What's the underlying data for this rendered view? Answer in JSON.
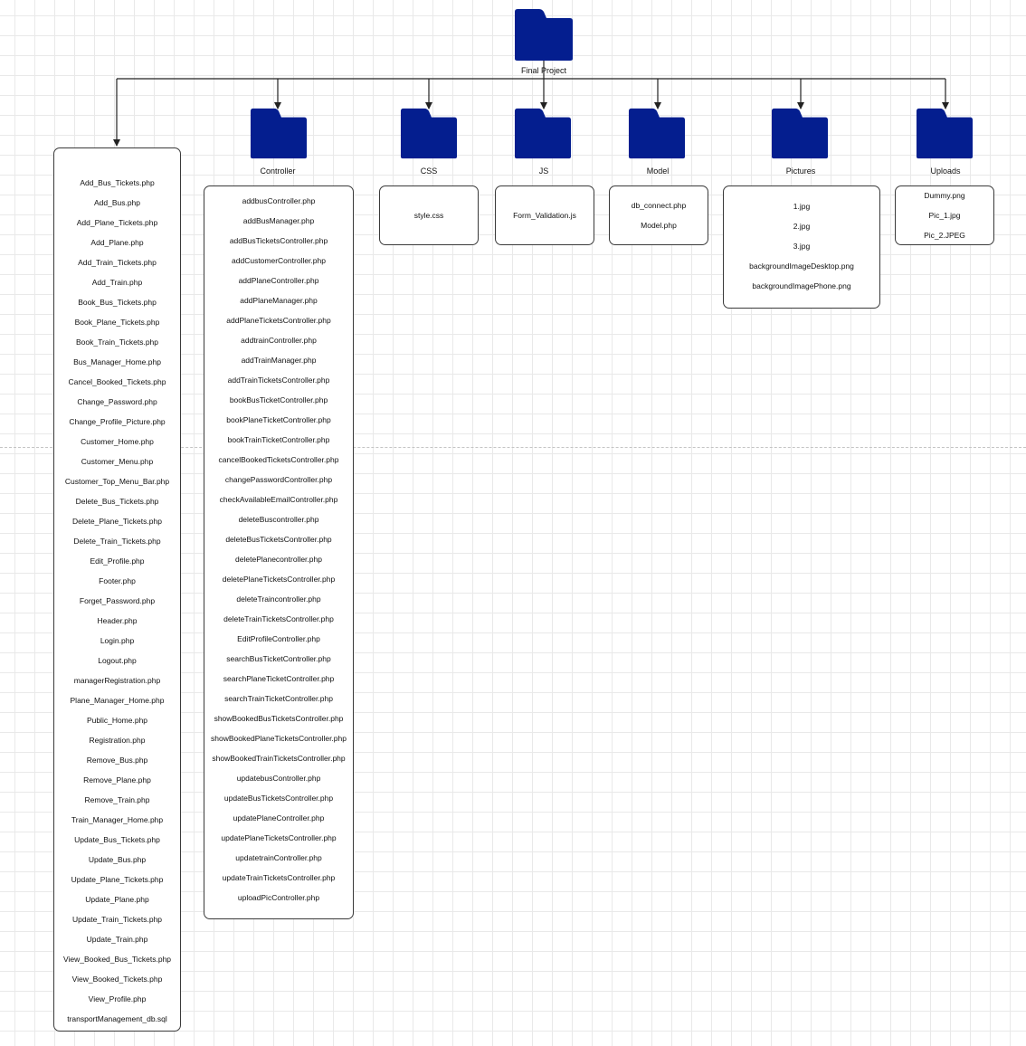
{
  "root": {
    "label": "Final Project",
    "icon": "folder-icon",
    "color": "#041e8f"
  },
  "folders": [
    {
      "id": "views",
      "label": "",
      "files": [
        "Add_Bus_Tickets.php",
        "Add_Bus.php",
        "Add_Plane_Tickets.php",
        "Add_Plane.php",
        "Add_Train_Tickets.php",
        "Add_Train.php",
        "Book_Bus_Tickets.php",
        "Book_Plane_Tickets.php",
        "Book_Train_Tickets.php",
        "Bus_Manager_Home.php",
        "Cancel_Booked_Tickets.php",
        "Change_Password.php",
        "Change_Profile_Picture.php",
        "Customer_Home.php",
        "Customer_Menu.php",
        "Customer_Top_Menu_Bar.php",
        "Delete_Bus_Tickets.php",
        "Delete_Plane_Tickets.php",
        "Delete_Train_Tickets.php",
        "Edit_Profile.php",
        "Footer.php",
        "Forget_Password.php",
        "Header.php",
        "Login.php",
        "Logout.php",
        "managerRegistration.php",
        "Plane_Manager_Home.php",
        "Public_Home.php",
        "Registration.php",
        "Remove_Bus.php",
        "Remove_Plane.php",
        "Remove_Train.php",
        "Train_Manager_Home.php",
        "Update_Bus_Tickets.php",
        "Update_Bus.php",
        "Update_Plane_Tickets.php",
        "Update_Plane.php",
        "Update_Train_Tickets.php",
        "Update_Train.php",
        "View_Booked_Bus_Tickets.php",
        "View_Booked_Tickets.php",
        "View_Profile.php",
        "transportManagement_db.sql"
      ]
    },
    {
      "id": "controller",
      "label": "Controller",
      "files": [
        "addbusController.php",
        "addBusManager.php",
        "addBusTicketsController.php",
        "addCustomerController.php",
        "addPlaneController.php",
        "addPlaneManager.php",
        "addPlaneTicketsController.php",
        "addtrainController.php",
        "addTrainManager.php",
        "addTrainTicketsController.php",
        "bookBusTicketController.php",
        "bookPlaneTicketController.php",
        "bookTrainTicketController.php",
        "cancelBookedTicketsController.php",
        "changePasswordController.php",
        "checkAvailableEmailController.php",
        "deleteBuscontroller.php",
        "deleteBusTicketsController.php",
        "deletePlanecontroller.php",
        "deletePlaneTicketsController.php",
        "deleteTraincontroller.php",
        "deleteTrainTicketsController.php",
        "EditProfileController.php",
        "searchBusTicketController.php",
        "searchPlaneTicketController.php",
        "searchTrainTicketController.php",
        "showBookedBusTicketsController.php",
        "showBookedPlaneTicketsController.php",
        "showBookedTrainTicketsController.php",
        "updatebusController.php",
        "updateBusTicketsController.php",
        "updatePlaneController.php",
        "updatePlaneTicketsController.php",
        "updatetrainController.php",
        "updateTrainTicketsController.php",
        "uploadPicController.php"
      ]
    },
    {
      "id": "css",
      "label": "CSS",
      "files": [
        "style.css"
      ]
    },
    {
      "id": "js",
      "label": "JS",
      "files": [
        "Form_Validation.js"
      ]
    },
    {
      "id": "model",
      "label": "Model",
      "files": [
        "db_connect.php",
        "Model.php"
      ]
    },
    {
      "id": "pictures",
      "label": "Pictures",
      "files": [
        "1.jpg",
        "2.jpg",
        "3.jpg",
        "backgroundImageDesktop.png",
        "backgroundImagePhone.png"
      ]
    },
    {
      "id": "uploads",
      "label": "Uploads",
      "files": [
        "Dummy.png",
        "Pic_1.jpg",
        "Pic_2.JPEG"
      ]
    }
  ]
}
